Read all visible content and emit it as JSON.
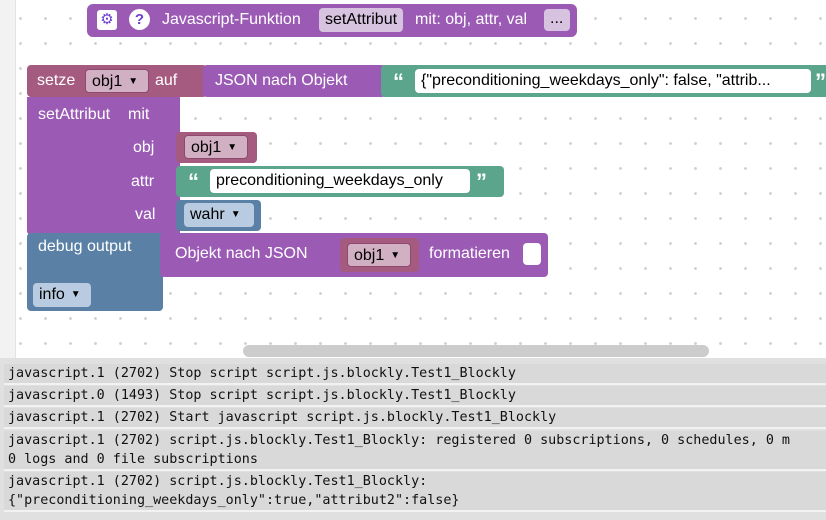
{
  "function_block": {
    "label": "Javascript-Funktion",
    "name": "setAttribut",
    "params_label": "mit: obj, attr, val",
    "more": "..."
  },
  "set_block": {
    "label": "setze",
    "variable": "obj1",
    "auf": "auf",
    "json_label": "JSON nach Objekt",
    "json_text": "{\"preconditioning_weekdays_only\": false, \"attrib..."
  },
  "call_block": {
    "label": "setAttribut",
    "mit": "mit:",
    "obj_label": "obj",
    "obj_value": "obj1",
    "attr_label": "attr",
    "attr_value": "preconditioning_weekdays_only",
    "val_label": "val",
    "val_value": "wahr"
  },
  "debug_block": {
    "label": "debug output",
    "json_label": "Objekt nach JSON",
    "variable": "obj1",
    "format_label": "formatieren",
    "level": "info"
  },
  "log": [
    "javascript.1 (2702) Stop script script.js.blockly.Test1_Blockly",
    "javascript.0 (1493) Stop script script.js.blockly.Test1_Blockly",
    "javascript.1 (2702) Start javascript script.js.blockly.Test1_Blockly",
    "javascript.1 (2702) script.js.blockly.Test1_Blockly: registered 0 subscriptions, 0 schedules, 0 m\n0 logs and 0 file subscriptions",
    "javascript.1 (2702) script.js.blockly.Test1_Blockly:\n{\"preconditioning_weekdays_only\":true,\"attribut2\":false}"
  ],
  "colors": {
    "procedure": "#9b5bb5",
    "variable": "#a55b80",
    "text": "#5ba58c",
    "logic": "#5b80a5"
  }
}
